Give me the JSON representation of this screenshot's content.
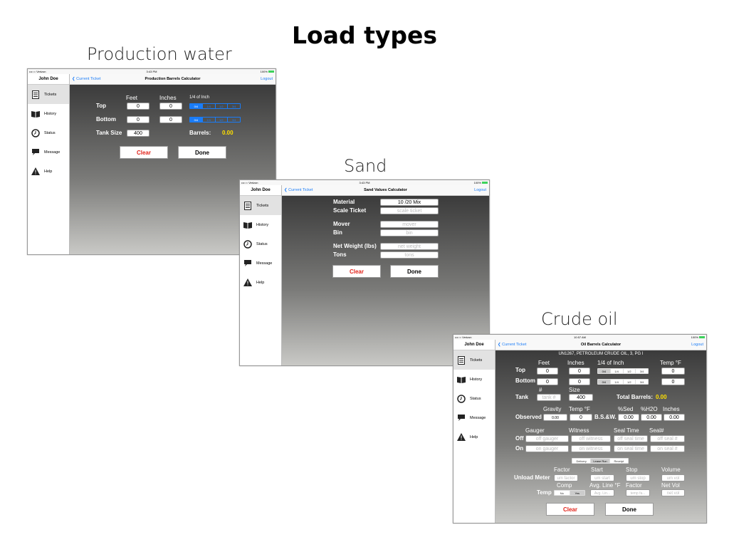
{
  "slide": {
    "title": "Load types",
    "captions": {
      "production_water": "Production water",
      "sand": "Sand",
      "crude_oil": "Crude oil"
    }
  },
  "icons": {
    "tickets": "document-list-icon",
    "history": "book-icon",
    "status": "clock-icon",
    "message": "speech-bubble-icon",
    "help": "warning-triangle-icon",
    "back": "chevron-left-icon"
  },
  "colors": {
    "accent": "#1a7cf7",
    "clear_red": "#e2231a",
    "highlight_yellow": "#ffe000"
  },
  "common": {
    "carrier": "•••○○ Verizon",
    "battery": "100%",
    "user": "John Doe",
    "back": "Current Ticket",
    "logout": "Logout",
    "sidebar": [
      "Tickets",
      "History",
      "Status",
      "Message",
      "Help"
    ],
    "clear": "Clear",
    "done": "Done"
  },
  "production_water": {
    "time": "3:43 PM",
    "title": "Production Barrels Calculator",
    "col_feet": "Feet",
    "col_inches": "Inches",
    "col_quarter": "1/4 of Inch",
    "top_label": "Top",
    "top_feet": "0",
    "top_inches": "0",
    "bottom_label": "Bottom",
    "bottom_feet": "0",
    "bottom_inches": "0",
    "quarter_options": [
      "0/4",
      "1/4",
      "1/2",
      "3/4"
    ],
    "tank_label": "Tank Size",
    "tank_value": "400",
    "barrels_label": "Barrels:",
    "barrels_value": "0.00"
  },
  "sand": {
    "time": "3:43 PM",
    "title": "Sand Values Calculator",
    "material_label": "Material",
    "material_value": "10 /20 Mix",
    "scale_label": "Scale Ticket",
    "scale_ph": "scale ticket",
    "mover_label": "Mover",
    "mover_ph": "mover",
    "bin_label": "Bin",
    "bin_ph": "bin",
    "netweight_label": "Net Weight (lbs)",
    "netweight_ph": "net weight",
    "tons_label": "Tons",
    "tons_ph": "tons"
  },
  "crude_oil": {
    "time": "10:57 AM",
    "title": "Oil Barrels Calculator",
    "product": "UN1267, PETROLEUM CRUDE OIL, 3, PG I",
    "col_feet": "Feet",
    "col_inches": "Inches",
    "col_quarter": "1/4 of Inch",
    "col_temp": "Temp °F",
    "top_label": "Top",
    "top_feet": "0",
    "top_inches": "0",
    "top_temp": "0",
    "bottom_label": "Bottom",
    "bottom_feet": "0",
    "bottom_inches": "0",
    "bottom_temp": "0",
    "quarter_options": [
      "0/4",
      "1/4",
      "1/2",
      "3/4"
    ],
    "hash": "#",
    "size": "Size",
    "tank_label": "Tank",
    "tank_ph": "tank #",
    "tank_size": "400",
    "total_label": "Total Barrels:",
    "total_value": "0.00",
    "gravity": "Gravity",
    "temp_f": "Temp °F",
    "sed": "%Sed",
    "h2o": "%H2O",
    "inches": "Inches",
    "observed_label": "Observed",
    "gravity_value": "0.00",
    "obs_temp": "0",
    "bsw_label": "B.S.&W.",
    "sed_value": "0.00",
    "h2o_value": "0.00",
    "inches_value": "0.00",
    "gauger": "Gauger",
    "witness": "Witness",
    "seal_time": "Seal Time",
    "seal_no": "Seal#",
    "off_label": "Off",
    "off_gauger": "off gauger",
    "off_witness": "off witness",
    "off_seal_time": "off seal time",
    "off_seal": "off seal #",
    "on_label": "On",
    "on_gauger": "on gauger",
    "on_witness": "on witness",
    "on_seal_time": "on seal time",
    "on_seal": "on seal #",
    "mode_options": [
      "Delivery",
      "Lease Run",
      "Receipt"
    ],
    "factor": "Factor",
    "start": "Start",
    "stop": "Stop",
    "volume": "Volume",
    "unload_label": "Unload Meter",
    "um_factor": "um factor",
    "um_start": "um start",
    "um_stop": "um stop",
    "um_vol": "um vol",
    "comp": "Comp",
    "avg_line": "Avg. Line °F",
    "factor2": "Factor",
    "net_vol": "Net Vol",
    "temp_label": "Temp",
    "comp_options": [
      "No",
      "Yes"
    ],
    "avg_ph": "Avg. Lin...",
    "temp_factor_ph": "temp fa...",
    "net_vol_ph": "net vol"
  }
}
